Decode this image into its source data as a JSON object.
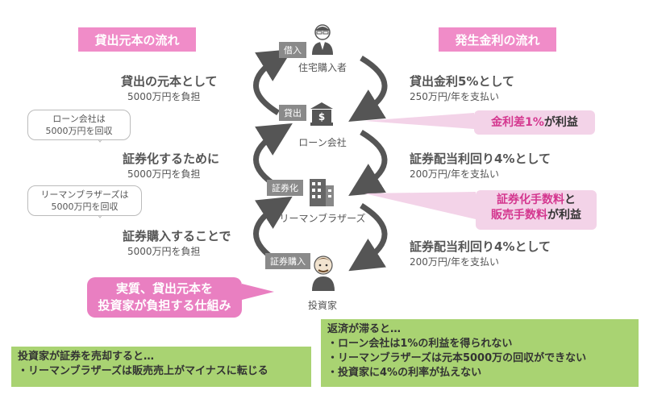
{
  "headers": {
    "left": "貸出元本の流れ",
    "right": "発生金利の流れ"
  },
  "actors": {
    "buyer": "住宅購入者",
    "loan_company": "ローン会社",
    "lehman": "リーマンブラザーズ",
    "investor": "投資家"
  },
  "tags": {
    "borrow": "借入",
    "lend": "貸出",
    "securitize": "証券化",
    "purchase": "証券購入"
  },
  "left_flow": [
    {
      "main": "貸出の元本として",
      "sub": "5000万円を負担"
    },
    {
      "main": "証券化するために",
      "sub": "5000万円を負担"
    },
    {
      "main": "証券購入することで",
      "sub": "5000万円を負担"
    }
  ],
  "right_flow": [
    {
      "main": "貸出金利5%として",
      "sub": "250万円/年を支払い"
    },
    {
      "main": "証券配当利回り4%として",
      "sub": "200万円/年を支払い"
    },
    {
      "main": "証券配当利回り4%として",
      "sub": "200万円/年を支払い"
    }
  ],
  "callouts": {
    "loan": [
      "ローン会社は",
      "5000万円を回収"
    ],
    "lehman": [
      "リーマンブラザーズは",
      "5000万円を回収"
    ]
  },
  "profit_boxes": {
    "spread": {
      "highlight": "金利差1%",
      "suffix": "が利益"
    },
    "fees": {
      "line1_highlight": "証券化手数料",
      "line1_suffix": "と",
      "line2_highlight": "販売手数料",
      "line2_suffix": "が利益"
    }
  },
  "investor_bubble": [
    "実質、貸出元本を",
    "投資家が負担する仕組み"
  ],
  "bottom_left": [
    "投資家が証券を売却すると…",
    "・リーマンブラザーズは販売売上がマイナスに転じる"
  ],
  "bottom_right": [
    "返済が滞ると…",
    "・ローン会社は1%の利益を得られない",
    "・リーマンブラザーズは元本5000万の回収ができない",
    "・投資家に4%の利率が払えない"
  ],
  "colors": {
    "pink_header": "#f08cc8",
    "pink_light": "#f3d3e8",
    "magenta_highlight": "#d4378f",
    "green_box": "#a9d372",
    "gray_tag": "#8a8a8a",
    "arrow_gray": "#555555"
  }
}
